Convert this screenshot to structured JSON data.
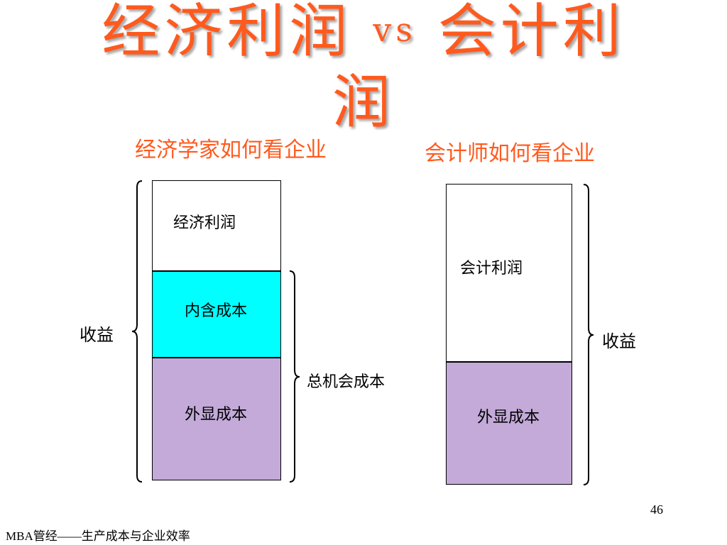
{
  "title": {
    "part1": "经济利润",
    "vs": "vs",
    "part2": "会计利",
    "line2": "润"
  },
  "economist": {
    "heading": "经济学家如何看企业",
    "economic_profit": "经济利润",
    "implicit_cost": "内含成本",
    "explicit_cost": "外显成本",
    "revenue": "收益",
    "total_opportunity_cost": "总机会成本"
  },
  "accountant": {
    "heading": "会计师如何看企业",
    "accounting_profit": "会计利润",
    "explicit_cost": "外显成本",
    "revenue": "收益"
  },
  "colors": {
    "title": "#ff5a1e",
    "implicit_cost_fill": "#00ffff",
    "explicit_cost_fill": "#c3aad8",
    "profit_fill": "#ffffff"
  },
  "page_number": "46",
  "footer": "MBA管经——生产成本与企业效率"
}
